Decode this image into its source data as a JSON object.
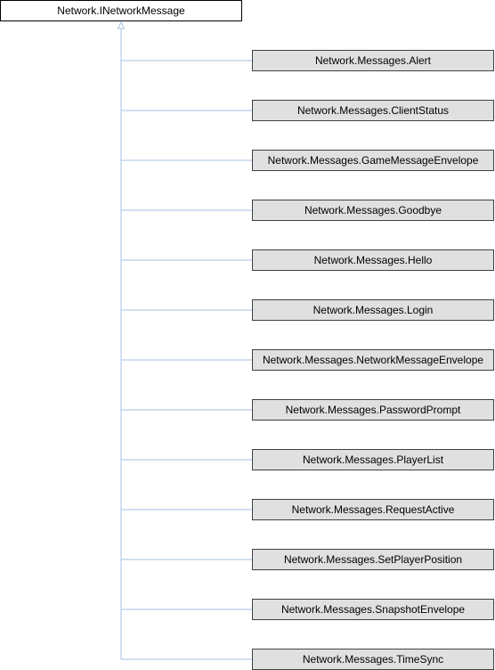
{
  "diagram": {
    "base_class": "Network.INetworkMessage",
    "derived_classes": [
      "Network.Messages.Alert",
      "Network.Messages.ClientStatus",
      "Network.Messages.GameMessageEnvelope",
      "Network.Messages.Goodbye",
      "Network.Messages.Hello",
      "Network.Messages.Login",
      "Network.Messages.NetworkMessageEnvelope",
      "Network.Messages.PasswordPrompt",
      "Network.Messages.PlayerList",
      "Network.Messages.RequestActive",
      "Network.Messages.SetPlayerPosition",
      "Network.Messages.SnapshotEnvelope",
      "Network.Messages.TimeSync"
    ],
    "colors": {
      "connector": "#a6c1e4",
      "base_border": "#000000",
      "child_fill": "#e0e0e0",
      "child_border": "#404040"
    }
  }
}
